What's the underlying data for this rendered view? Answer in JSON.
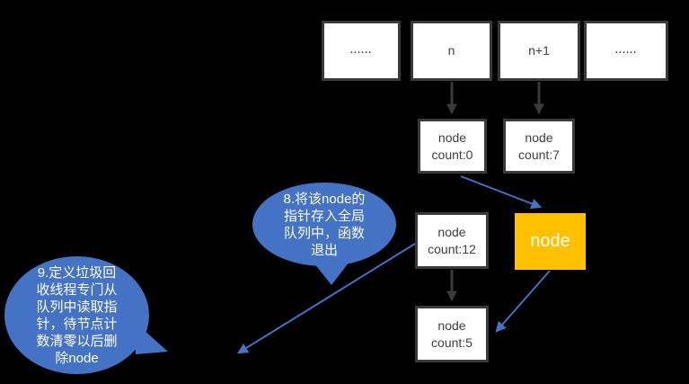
{
  "colors": {
    "background": "#000000",
    "box_fill": "#FFFFFF",
    "box_border": "#3A3A3A",
    "box_text": "#404040",
    "highlight_node_fill": "#FFC000",
    "highlight_node_text": "#FFFFFF",
    "callout_fill": "#4472C4",
    "callout_text": "#FFFFFF",
    "connector_blue": "#4472C4",
    "connector_dark": "#3A3A3A"
  },
  "array_row": {
    "cells": [
      {
        "label": "......"
      },
      {
        "label": "n"
      },
      {
        "label": "n+1"
      },
      {
        "label": "......"
      }
    ]
  },
  "node_boxes": {
    "count0": {
      "line1": "node",
      "line2": "count:0"
    },
    "count7": {
      "line1": "node",
      "line2": "count:7"
    },
    "count12": {
      "line1": "node",
      "line2": "count:12"
    },
    "count5": {
      "line1": "node",
      "line2": "count:5"
    }
  },
  "highlight_node": {
    "label": "node"
  },
  "callouts": {
    "step8": {
      "text": "8.将该node的指针存入全局队列中，函数退出",
      "lines": [
        "8.将该node的",
        "指针存入全局",
        "队列中，函数",
        "退出"
      ]
    },
    "step9": {
      "text": "9.定义垃圾回收线程专门从队列中读取指针，待节点计数清零以后删除node",
      "lines": [
        "9.定义垃圾回",
        "收线程专门从",
        "队列中读取指",
        "针，待节点计",
        "数清零以后删",
        "除node"
      ]
    }
  }
}
